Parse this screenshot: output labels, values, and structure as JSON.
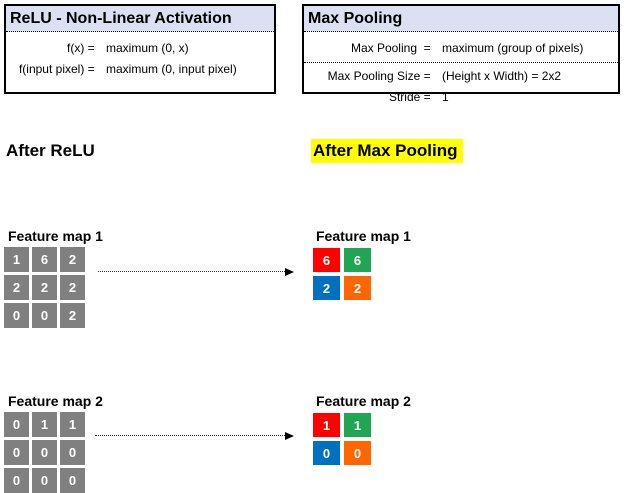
{
  "relu_box": {
    "title": "ReLU - Non-Linear Activation",
    "rows": [
      {
        "label": "f(x) = ",
        "value": "maximum (0, x)"
      },
      {
        "label": "f(input pixel) = ",
        "value": "maximum (0, input pixel)"
      }
    ]
  },
  "pooling_box": {
    "title": "Max Pooling",
    "rows": [
      {
        "label": "Max Pooling  = ",
        "value": "maximum (group of pixels)"
      },
      {
        "label": "Max Pooling Size = ",
        "value": "(Height x Width) = 2x2"
      },
      {
        "label": "Stride = ",
        "value": "1"
      }
    ]
  },
  "sections": {
    "left_heading": "After ReLU",
    "right_heading": "After Max Pooling"
  },
  "feature_maps": [
    {
      "label_left": "Feature map 1",
      "label_right": "Feature map 1",
      "relu_grid": [
        [
          "1",
          "6",
          "2"
        ],
        [
          "2",
          "2",
          "2"
        ],
        [
          "0",
          "0",
          "2"
        ]
      ],
      "pooled_grid": [
        [
          "6",
          "6"
        ],
        [
          "2",
          "2"
        ]
      ]
    },
    {
      "label_left": "Feature map 2",
      "label_right": "Feature map 2",
      "relu_grid": [
        [
          "0",
          "1",
          "1"
        ],
        [
          "0",
          "0",
          "0"
        ],
        [
          "0",
          "0",
          "0"
        ]
      ],
      "pooled_grid": [
        [
          "1",
          "1"
        ],
        [
          "0",
          "0"
        ]
      ]
    }
  ],
  "colors": {
    "header_fill": "#DBE1F2",
    "highlight": "#FFFF00",
    "gray_cell": "#808080",
    "pooled_cells": [
      "#FF0000",
      "#22A455",
      "#0070C0",
      "#FF6600"
    ]
  }
}
